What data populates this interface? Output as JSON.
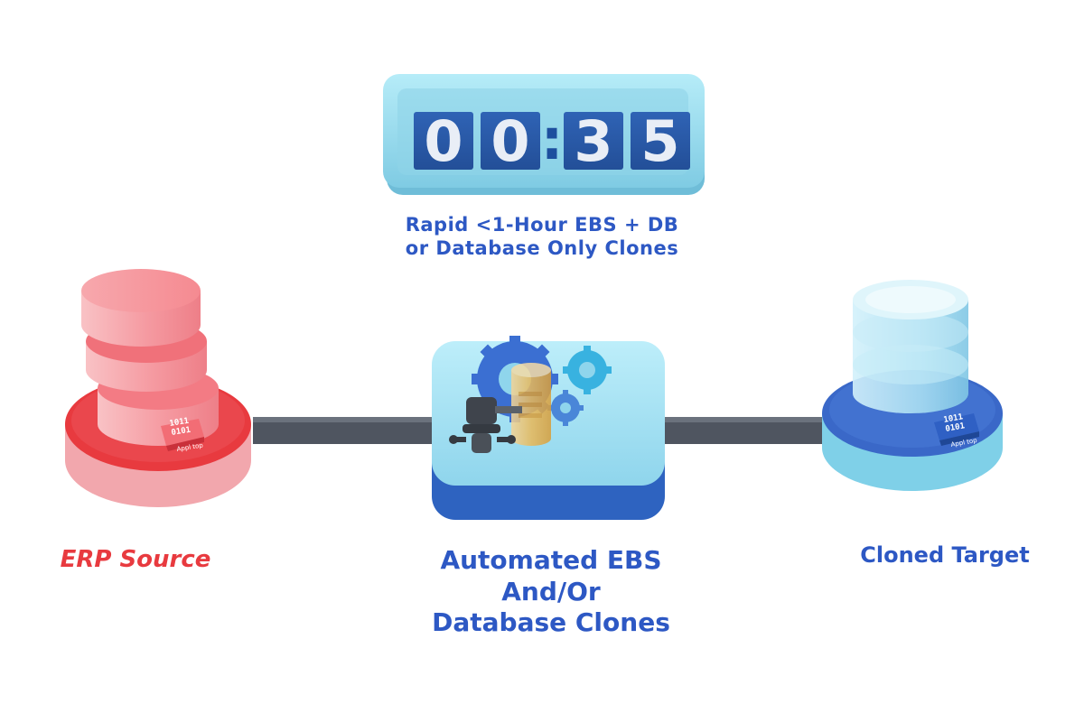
{
  "timer": {
    "digits": [
      "0",
      "0",
      "3",
      "5"
    ],
    "separator": ":"
  },
  "captions": {
    "timer": [
      "Rapid <1-Hour EBS + DB",
      "or Database Only Clones"
    ],
    "source": "ERP Source",
    "clone_engine": [
      "Automated EBS",
      "And/Or",
      "Database Clones"
    ],
    "target": "Cloned Target"
  },
  "chips": {
    "source": {
      "bits": [
        "1011",
        "0101"
      ],
      "label": "Appl top"
    },
    "target": {
      "bits": [
        "1011",
        "0101"
      ],
      "label": "Appl top"
    }
  },
  "colors": {
    "source": "#e83a3f",
    "caption_blue": "#2d58c4",
    "timer_face": "#9fdff0",
    "digit_tile": "#2a5aa8",
    "platform_blue": "#2e63c0",
    "connector": "#4f5560"
  }
}
